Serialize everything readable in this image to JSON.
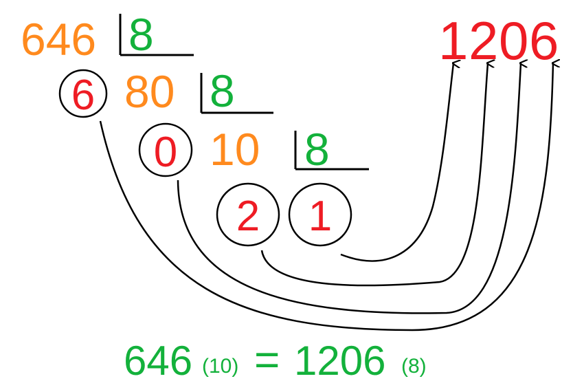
{
  "colors": {
    "dividend": "#ff8a1e",
    "divisor": "#13b13b",
    "remainder": "#ee1c24",
    "result": "#ee1c24",
    "equation": "#13b13b",
    "stroke": "#000000"
  },
  "steps": [
    {
      "dividend": "646",
      "divisor": "8"
    },
    {
      "dividend": "80",
      "divisor": "8",
      "remainder": "6"
    },
    {
      "dividend": "10",
      "divisor": "8",
      "remainder": "0"
    },
    {
      "remainder": "2",
      "quotient": "1"
    }
  ],
  "result": "1206",
  "result_digits": [
    "1",
    "2",
    "0",
    "6"
  ],
  "equation": {
    "left_value": "646",
    "left_base": "(10)",
    "sign": "=",
    "right_value": "1206",
    "right_base": "(8)"
  }
}
